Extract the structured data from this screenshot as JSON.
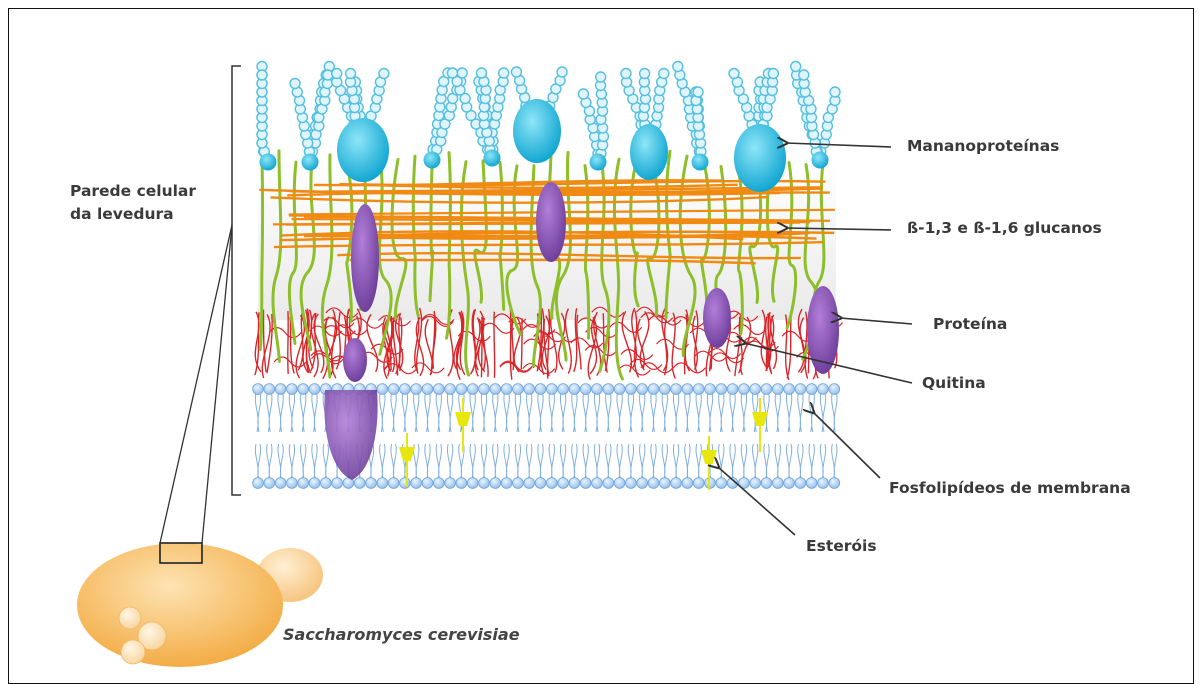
{
  "labels": {
    "cell_wall_line1": "Parede celular",
    "cell_wall_line2": "da levedura",
    "mannoproteins": "Manano­proteínas",
    "glucans": "ß-1,3 e ß-1,6 glucanos",
    "protein": "Proteína",
    "chitin": "Quitina",
    "phospholipids": "Fosfolipídeos de membrana",
    "sterols": "Esteróis",
    "species": "Saccharomyces cerevisiae"
  },
  "colors": {
    "mannan_chain": "#8fd6ea",
    "mannoprotein": "#1eb3d8",
    "glucan_fiber": "#f08a12",
    "beta_glucan_strand": "#8cbf2a",
    "protein": "#7b4fa8",
    "chitin": "#d8262a",
    "membrane_head": "#a9cdf0",
    "sterol": "#e8e60f",
    "yeast_cell": "#f6b65a"
  }
}
